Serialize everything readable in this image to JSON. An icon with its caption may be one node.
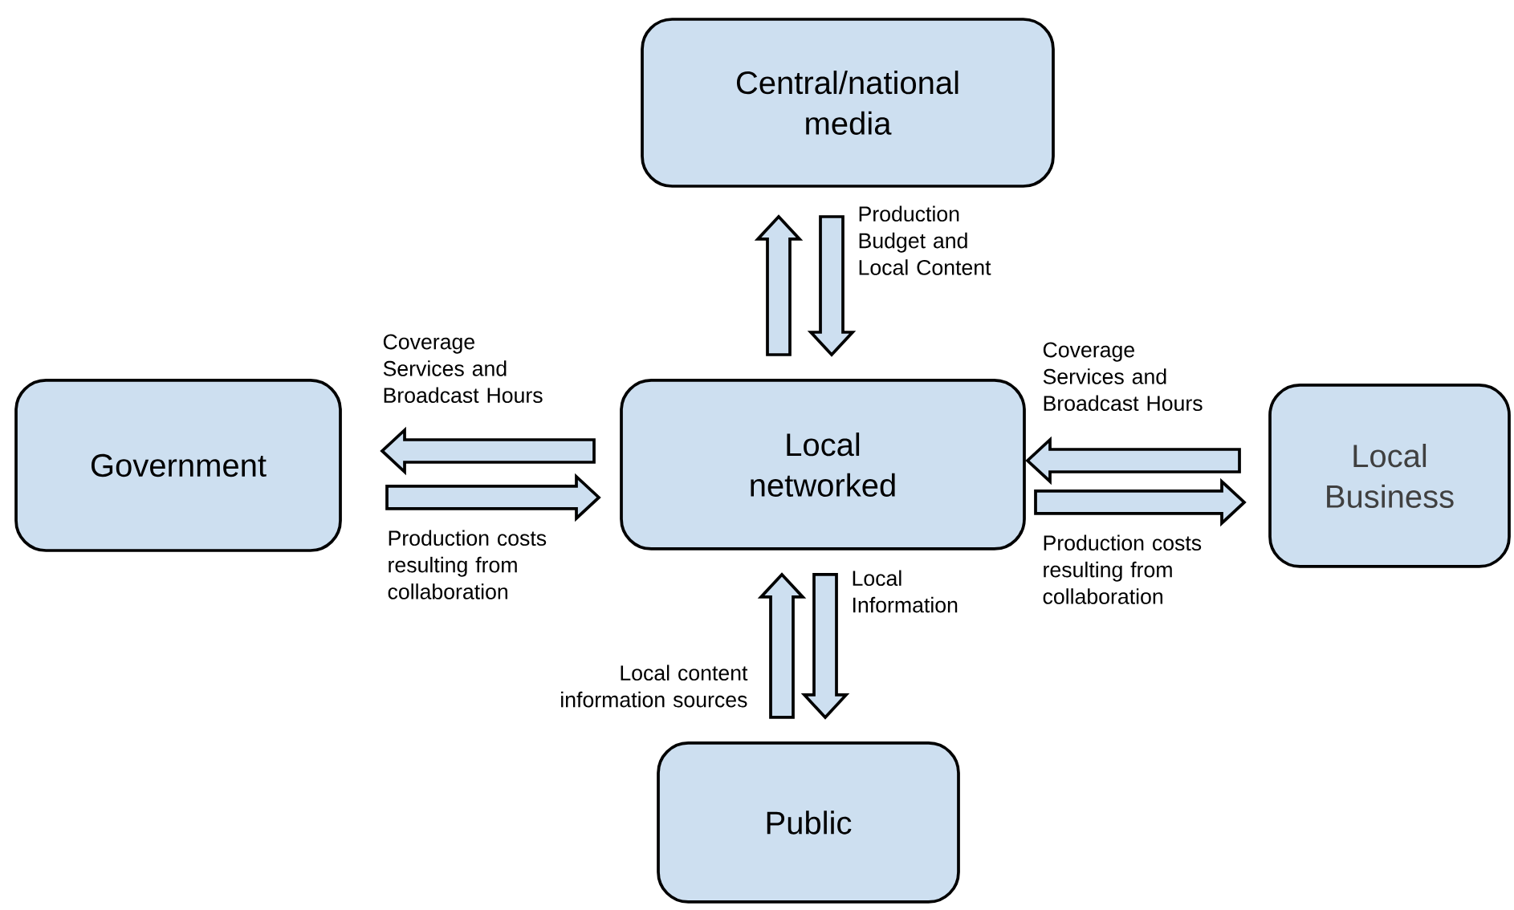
{
  "diagram": {
    "nodes": [
      {
        "text": [
          "Central/national media"
        ]
      },
      {
        "text": [
          "Government"
        ]
      },
      {
        "text": [
          "Local networked"
        ]
      },
      {
        "text": [
          "Local Business"
        ]
      },
      {
        "text": [
          "Public"
        ]
      }
    ],
    "edges": [
      {
        "from": 2,
        "to": 0,
        "arrow": "to"
      },
      {
        "from": 0,
        "to": 2,
        "arrow": "to",
        "label": "Production Budget and Local Content"
      },
      {
        "from": 2,
        "to": 1,
        "arrow": "to",
        "label": "Coverage Services and Broadcast Hours"
      },
      {
        "from": 1,
        "to": 2,
        "arrow": "to",
        "label": "Production costs resulting from collaboration"
      },
      {
        "from": 3,
        "to": 2,
        "arrow": "to",
        "label": "Coverage Services and Broadcast Hours"
      },
      {
        "from": 2,
        "to": 3,
        "arrow": "to",
        "label": "Production costs resulting from collaboration"
      },
      {
        "from": 4,
        "to": 2,
        "arrow": "to",
        "label": "Local content information sources"
      },
      {
        "from": 2,
        "to": 4,
        "arrow": "to",
        "label": "Local Information"
      }
    ]
  }
}
